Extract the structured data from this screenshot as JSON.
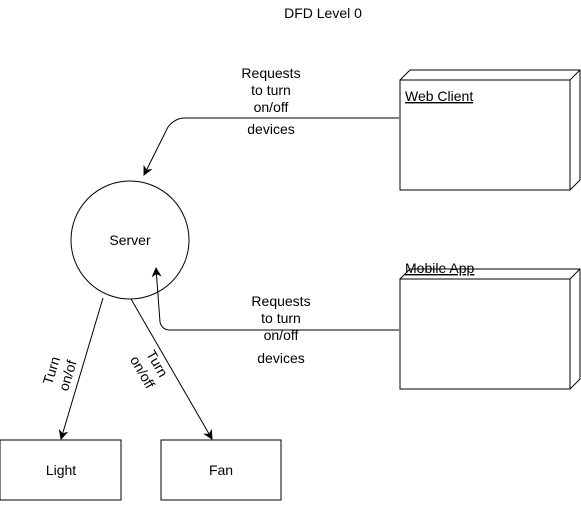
{
  "title": "DFD Level 0",
  "nodes": {
    "server": "Server",
    "web_client": "Web Client",
    "mobile_app": "Mobile App",
    "light": "Light",
    "fan": "Fan"
  },
  "flows": {
    "web_to_server": [
      "Requests",
      "to turn",
      "on/off",
      "devices"
    ],
    "mobile_to_server": [
      "Requests",
      "to turn",
      "on/off",
      "devices"
    ],
    "server_to_light": [
      "Turn",
      "on/of"
    ],
    "server_to_fan": [
      "Turn",
      "on/off"
    ]
  }
}
